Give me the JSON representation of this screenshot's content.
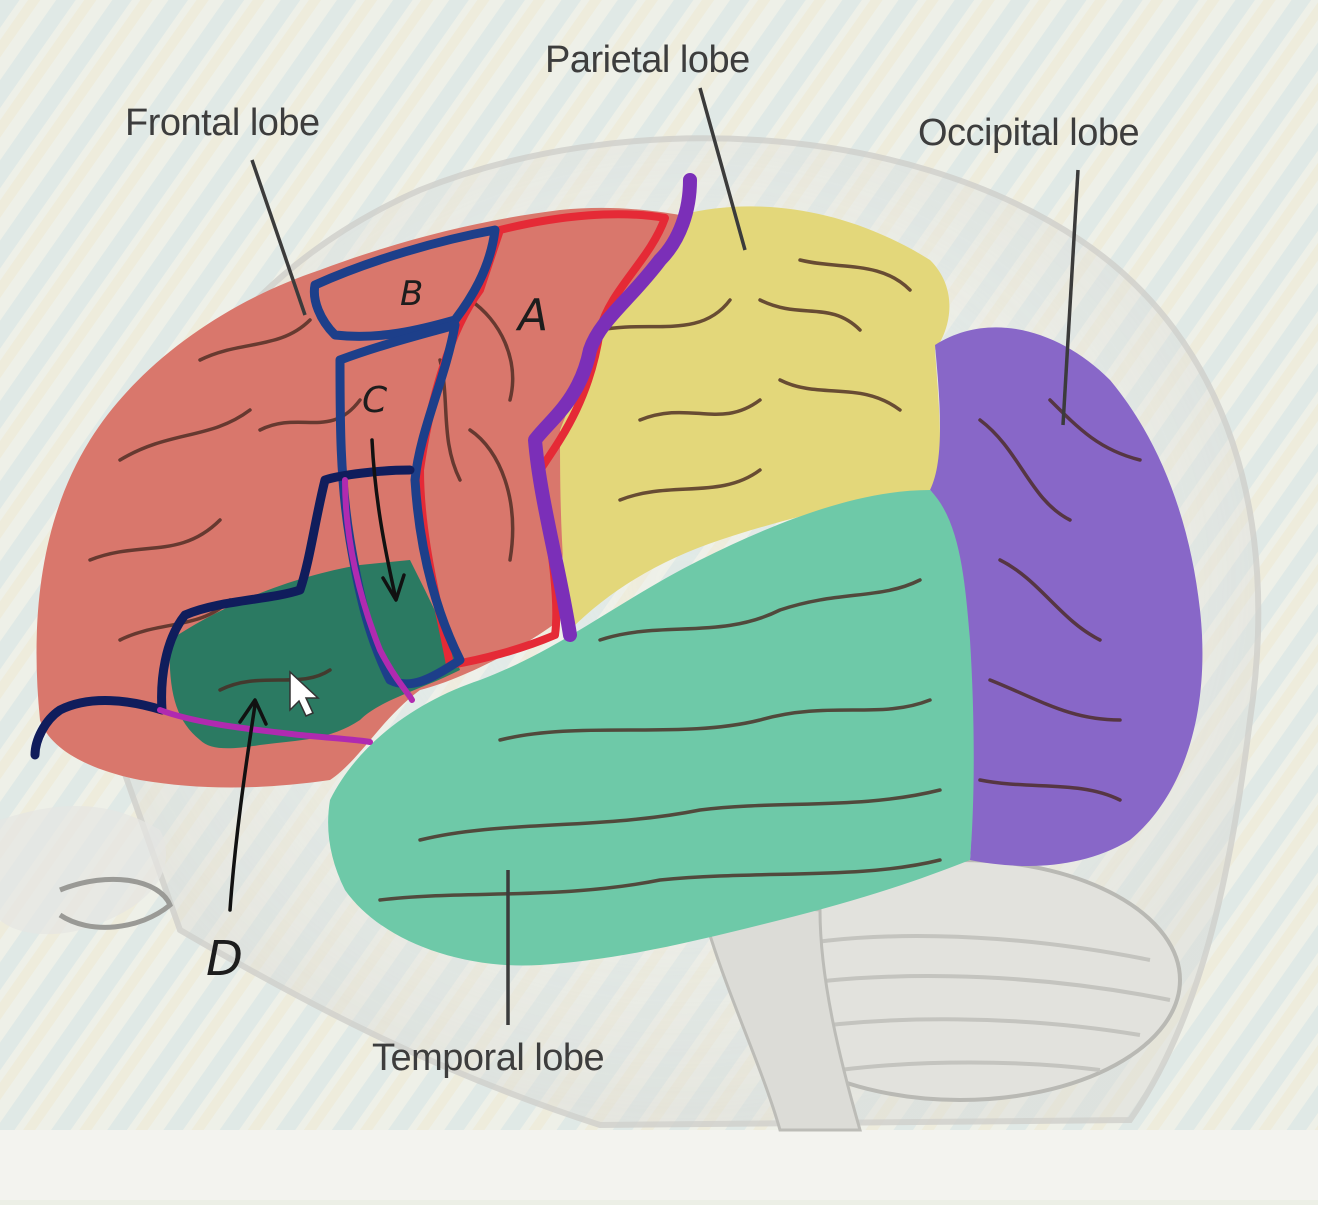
{
  "lobe_labels": {
    "frontal": "Frontal lobe",
    "parietal": "Parietal lobe",
    "occipital": "Occipital lobe",
    "temporal": "Temporal lobe"
  },
  "annotations": {
    "a": "A",
    "b": "B",
    "c": "C",
    "d": "D"
  },
  "colors": {
    "frontal": "#d9776c",
    "parietal": "#e3d77a",
    "occipital": "#8867c8",
    "temporal": "#6ec9a8",
    "region_d": "#2b7a62",
    "ink_blue": "#1d2f74",
    "ink_red": "#e52a36",
    "ink_purple": "#7b2fb8"
  }
}
